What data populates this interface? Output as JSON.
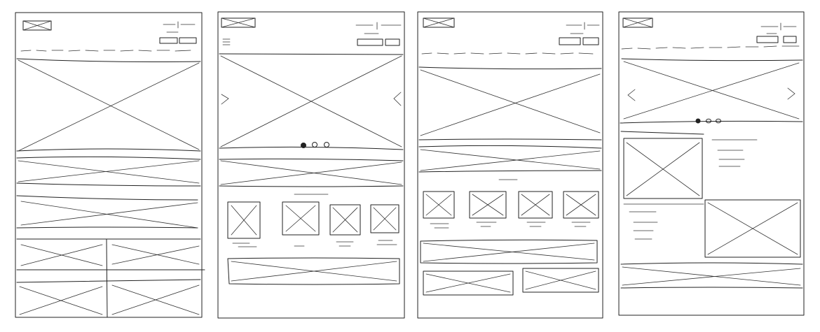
{
  "canvas": {
    "background": "#ffffff",
    "ink": "#222222"
  },
  "sketches": [
    {
      "id": "wireframe-1",
      "nav": "dashed",
      "carousel": false,
      "dots": 0,
      "carousel_arrows": false,
      "grid_tiles": 4,
      "caption_lines": false
    },
    {
      "id": "wireframe-2",
      "nav": "hamburger",
      "carousel": true,
      "dots": 3,
      "carousel_arrows": true,
      "product_tiles": 4,
      "caption_lines": true
    },
    {
      "id": "wireframe-3",
      "nav": "dashed",
      "carousel": false,
      "dots": 0,
      "carousel_arrows": false,
      "product_tiles": 4,
      "caption_lines": true
    },
    {
      "id": "wireframe-4",
      "nav": "dashed",
      "carousel": true,
      "dots": 3,
      "carousel_arrows": true,
      "feature_rows": 2,
      "caption_lines": true
    }
  ],
  "icons": [
    "logo-placeholder-icon",
    "hamburger-menu-icon",
    "chevron-left-icon",
    "chevron-right-icon",
    "carousel-dot-icon",
    "image-placeholder-icon"
  ]
}
